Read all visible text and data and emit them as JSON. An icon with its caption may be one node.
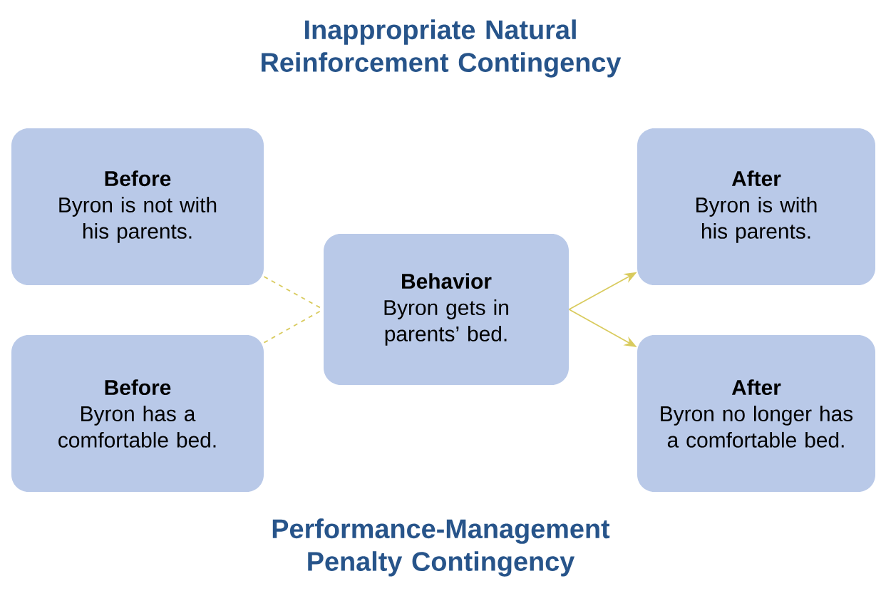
{
  "diagram": {
    "title": "Inappropriate Natural Reinforcement Contingency",
    "caption": "Performance-Management Penalty Contingency",
    "nodes": [
      {
        "text": [
          "Before",
          "Byron is not with his parents."
        ]
      },
      {
        "text": [
          "Before",
          "Byron has a comfortable bed."
        ]
      },
      {
        "text": [
          "Behavior",
          "Byron gets in parents’ bed."
        ]
      },
      {
        "text": [
          "After",
          "Byron is with his parents."
        ]
      },
      {
        "text": [
          "After",
          "Byron no longer has a comfortable bed."
        ]
      }
    ],
    "edges": [
      {
        "from": 0,
        "to": 2,
        "arrow": "none",
        "style": "dashed"
      },
      {
        "from": 1,
        "to": 2,
        "arrow": "none",
        "style": "dashed"
      },
      {
        "from": 2,
        "to": 3,
        "arrow": "to"
      },
      {
        "from": 2,
        "to": 4,
        "arrow": "to"
      }
    ]
  }
}
